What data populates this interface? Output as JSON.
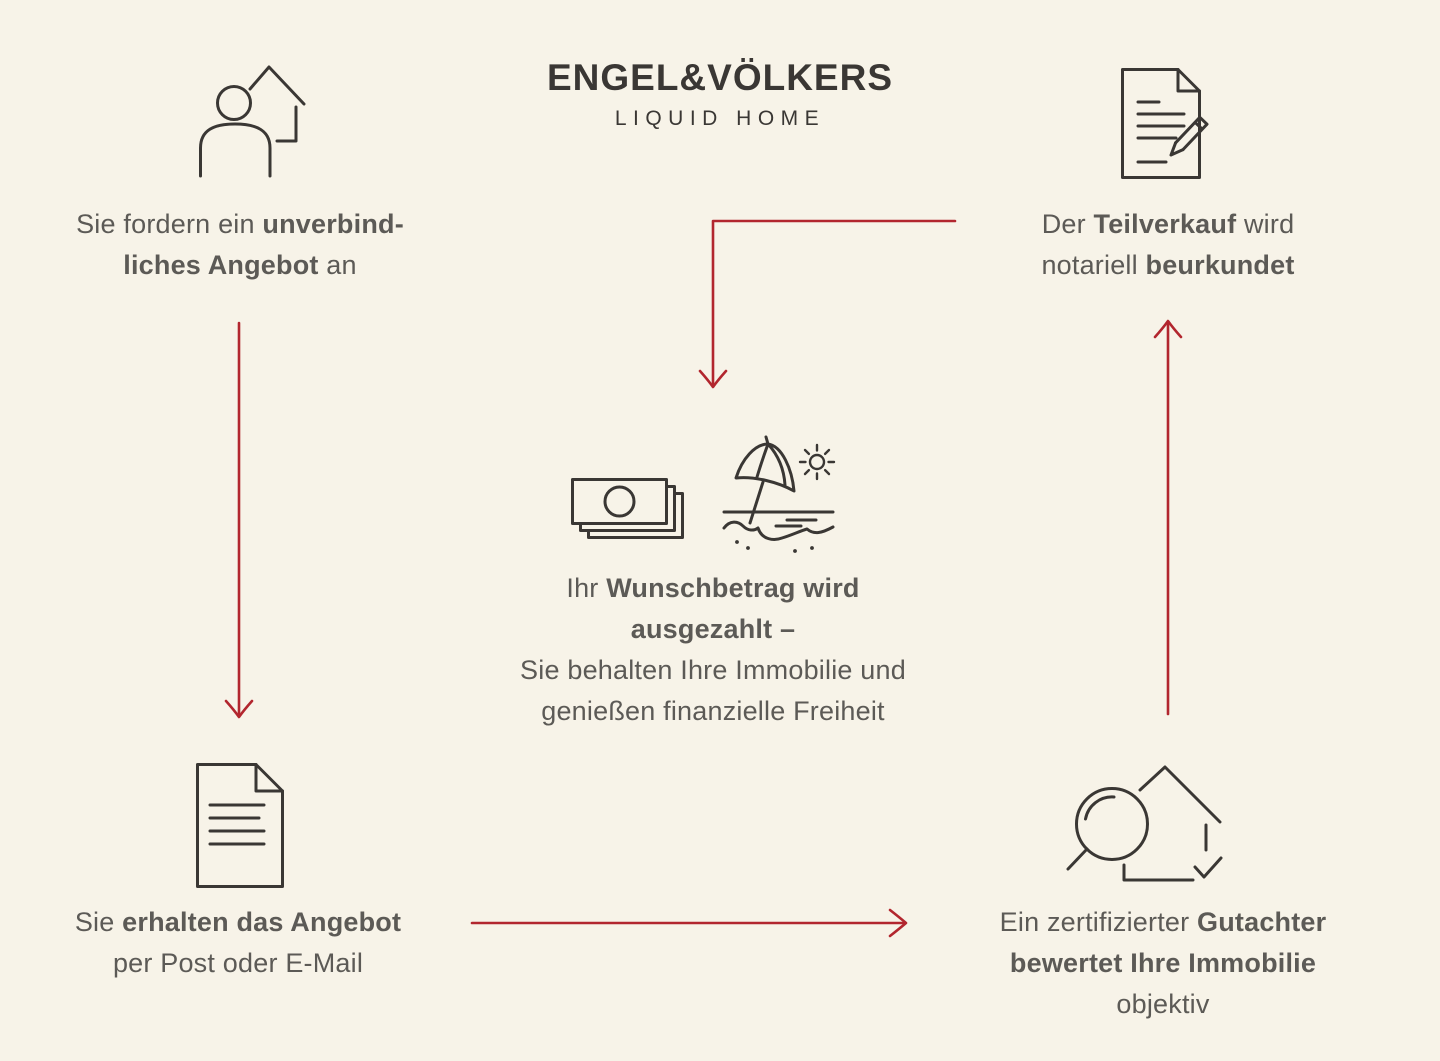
{
  "canvas": {
    "bg": "#f7f3e8",
    "red": "#b2262e",
    "gray": "#5c5a56",
    "dark": "#3a3734"
  },
  "logo": {
    "brand": "ENGEL&VÖLKERS",
    "sub": "LIQUID HOME"
  },
  "icons": {
    "request": "person-house-icon",
    "receive": "document-icon",
    "payout_money": "banknotes-icon",
    "payout_leisure": "beach-umbrella-sun-icon",
    "appraisal": "magnifier-house-check-icon",
    "notary": "contract-pencil-icon"
  },
  "steps": {
    "request": {
      "l1a": "Sie fordern ein ",
      "l1b": "unverbind-",
      "l2a": "liches Angebot",
      "l2b": " an"
    },
    "receive": {
      "l1a": "Sie ",
      "l1b": "erhalten das Angebot",
      "l2": "per Post oder E-Mail"
    },
    "payout": {
      "l1a": "Ihr ",
      "l1b": "Wunschbetrag wird",
      "l2": "ausgezahlt –",
      "l3": "Sie behalten Ihre Immobilie und",
      "l4": "genießen finanzielle Freiheit"
    },
    "appraisal": {
      "l1a": "Ein zertifizierter ",
      "l1b": "Gutachter",
      "l2": "bewertet Ihre Immobilie",
      "l3": "objektiv"
    },
    "notary": {
      "l1a": "Der ",
      "l1b": "Teilverkauf",
      "l1c": " wird",
      "l2a": "notariell ",
      "l2b": "beurkundet"
    }
  }
}
